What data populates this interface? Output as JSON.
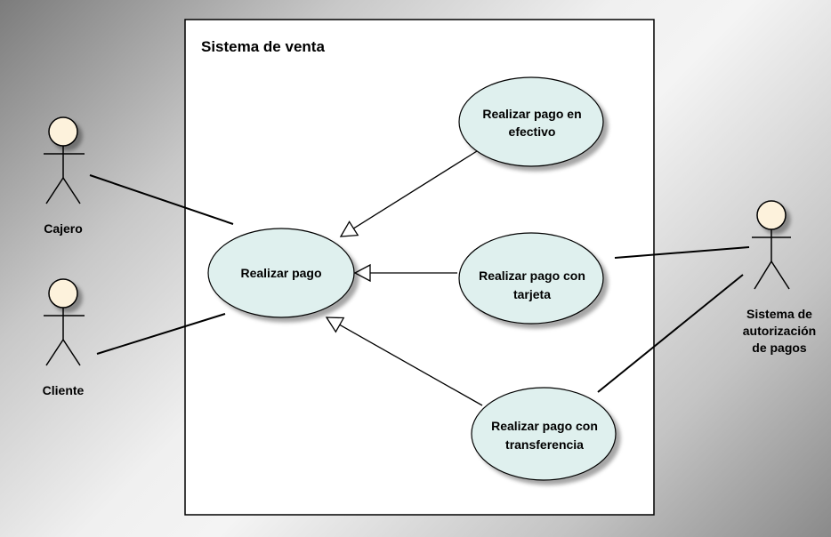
{
  "system": {
    "title": "Sistema de venta"
  },
  "actors": [
    {
      "id": "cajero",
      "lines": [
        "Cajero"
      ]
    },
    {
      "id": "cliente",
      "lines": [
        "Cliente"
      ]
    },
    {
      "id": "autorizacion",
      "lines": [
        "Sistema de",
        "autorización",
        "de pagos"
      ]
    }
  ],
  "use_cases": [
    {
      "id": "realizar-pago",
      "lines": [
        "Realizar pago"
      ]
    },
    {
      "id": "pago-efectivo",
      "lines": [
        "Realizar pago en",
        "efectivo"
      ]
    },
    {
      "id": "pago-tarjeta",
      "lines": [
        "Realizar pago con",
        "tarjeta"
      ]
    },
    {
      "id": "pago-transferencia",
      "lines": [
        "Realizar pago con",
        "transferencia"
      ]
    }
  ],
  "associations": [
    {
      "actor": "cajero",
      "use_case": "realizar-pago"
    },
    {
      "actor": "cliente",
      "use_case": "realizar-pago"
    },
    {
      "actor": "autorizacion",
      "use_case": "pago-tarjeta"
    },
    {
      "actor": "autorizacion",
      "use_case": "pago-transferencia"
    }
  ],
  "generalizations": [
    {
      "child": "pago-efectivo",
      "parent": "realizar-pago"
    },
    {
      "child": "pago-tarjeta",
      "parent": "realizar-pago"
    },
    {
      "child": "pago-transferencia",
      "parent": "realizar-pago"
    }
  ],
  "colors": {
    "use_case_fill": "#dff0ee",
    "actor_head_fill": "#fdf2dc",
    "line": "#000000",
    "boundary_fill": "#ffffff"
  }
}
